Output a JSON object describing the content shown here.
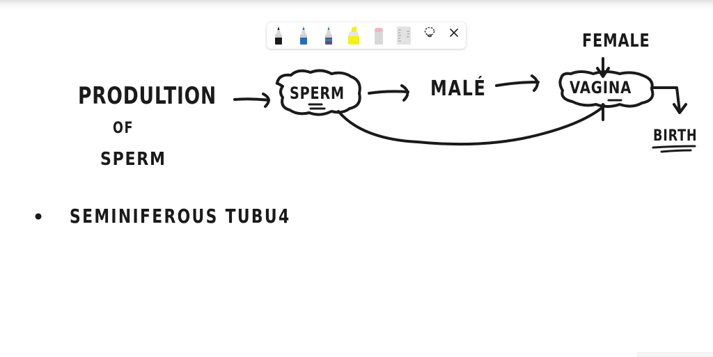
{
  "toolbar": {
    "tools": [
      {
        "name": "black-pen",
        "color": "#1a1a1a"
      },
      {
        "name": "blue-pen",
        "color": "#1e6fc4"
      },
      {
        "name": "galaxy-pen",
        "color": "#5a4f8a"
      },
      {
        "name": "yellow-highlighter",
        "color": "#f4f11a"
      },
      {
        "name": "eraser",
        "color": "#f2b8c0"
      },
      {
        "name": "ruler",
        "color": "#e2e2e2"
      },
      {
        "name": "lasso-select",
        "icon": "lasso-icon"
      },
      {
        "name": "close",
        "icon": "close-icon"
      }
    ]
  },
  "whiteboard": {
    "heading_line1": "PRODULTION",
    "heading_line2": "OF",
    "heading_line3": "SPERM",
    "node_sperm": "SPERM",
    "node_male": "MALÉ",
    "node_female": "FEMALE",
    "node_vagina": "VAGINA",
    "node_birth": "BIRTH",
    "bullet_text": "SEMINIFEROUS TUBU4",
    "ink_color": "#1a1a1a"
  }
}
